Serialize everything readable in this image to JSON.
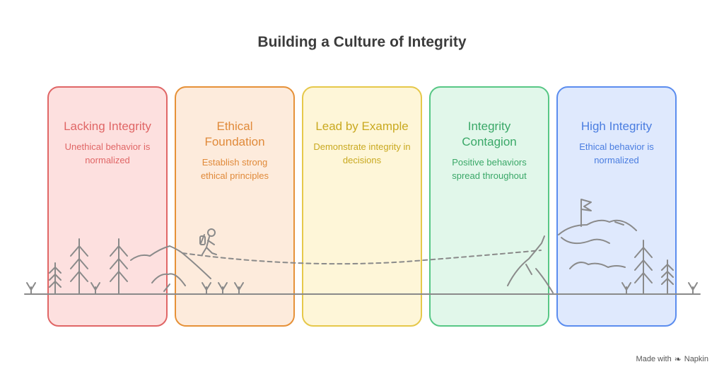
{
  "title": "Building a Culture of Integrity",
  "stages": [
    {
      "heading": "Lacking Integrity",
      "description": "Unethical behavior is normalized",
      "border": "#e06666",
      "fill": "#fde0df",
      "text": "#e06666"
    },
    {
      "heading": "Ethical Foundation",
      "description": "Establish strong ethical principles",
      "border": "#e69138",
      "fill": "#fdebdc",
      "text": "#e08a3a"
    },
    {
      "heading": "Lead by Example",
      "description": "Demonstrate integrity in decisions",
      "border": "#e6c84a",
      "fill": "#fef6d8",
      "text": "#c9a920"
    },
    {
      "heading": "Integrity Contagion",
      "description": "Positive behaviors spread throughout",
      "border": "#57c785",
      "fill": "#e1f7ea",
      "text": "#3aa868"
    },
    {
      "heading": "High Integrity",
      "description": "Ethical behavior is normalized",
      "border": "#5b8def",
      "fill": "#dfe9fd",
      "text": "#4a7de0"
    }
  ],
  "footer": {
    "made_with": "Made with",
    "brand": "Napkin"
  },
  "icons": [
    "flag-icon",
    "hiker-icon",
    "tree-icon",
    "grass-icon",
    "mountain-icon"
  ]
}
